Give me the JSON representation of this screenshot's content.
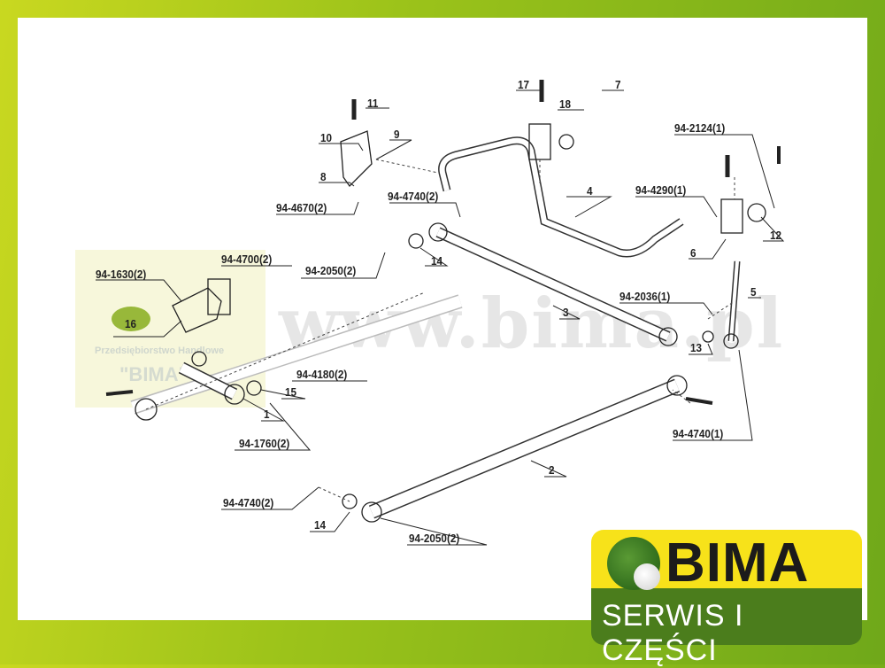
{
  "watermark": {
    "url": "www.bima.pl",
    "company": "Przedsiębiorstwo Handlowe",
    "company_name": "\"BIMA\""
  },
  "logo": {
    "name": "BIMA",
    "tagline": "SERWIS I CZĘŚCI",
    "colors": {
      "yellow": "#f7e21a",
      "green": "#4b7d1c"
    }
  },
  "labels": {
    "l11": "11",
    "l10": "10",
    "l9": "9",
    "l8": "8",
    "l4670": "94-4670(2)",
    "l17": "17",
    "l18": "18",
    "l7": "7",
    "l2124": "94-2124(1)",
    "l4290": "94-4290(1)",
    "l4": "4",
    "l4740a": "94-4740(2)",
    "l12": "12",
    "l6": "6",
    "l14a": "14",
    "l4700": "94-4700(2)",
    "l2050a": "94-2050(2)",
    "l1630": "94-1630(2)",
    "l5": "5",
    "l2036": "94-2036(1)",
    "l3": "3",
    "l16": "16",
    "l13": "13",
    "l4180": "94-4180(2)",
    "l15": "15",
    "l1": "1",
    "l4740b": "94-4740(1)",
    "l1760": "94-1760(2)",
    "l2": "2",
    "l4740c": "94-4740(2)",
    "l14b": "14",
    "l2050b": "94-2050(2)"
  }
}
